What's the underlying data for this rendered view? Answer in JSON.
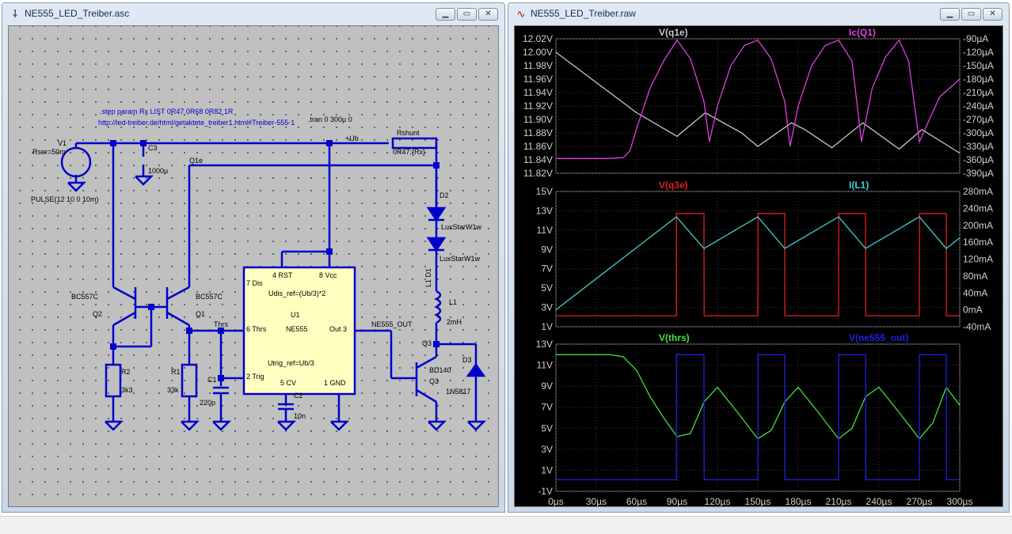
{
  "left_window": {
    "title": "NE555_LED_Treiber.asc",
    "icon": "schematic-icon",
    "buttons": [
      "minimize-icon",
      "maximize-icon",
      "close-icon"
    ]
  },
  "right_window": {
    "title": "NE555_LED_Treiber.raw",
    "icon": "waveform-icon",
    "buttons": [
      "minimize-icon",
      "maximize-icon",
      "close-icon"
    ]
  },
  "schematic": {
    "directives": {
      "step": ".step param Rx LIST 0R47 0R68 0R82 1R",
      "url": "http://led-treiber.de/html/getaktete_treiber1.html#Treiber-555-1",
      "tran": ".tran 0 300µ 0"
    },
    "labels": {
      "v1": "V1",
      "v1_rser": "Rser=50m",
      "v1_pulse": "PULSE(12 10 0 10m)",
      "c3": "C3",
      "c3_val": "1000µ",
      "q1e_net": "Q1e",
      "ub_net": "+Ub",
      "rshunt": "Rshunt",
      "rshunt_val": "0R47;{Rx}",
      "d2": "D2",
      "d2_model": "LuxStarW1w",
      "d1_model": "LuxStarW1w",
      "d1_vert": "L1 D1",
      "l1": "L1",
      "l1_val": "2mH",
      "q3_net": "Q3",
      "d3": "D3",
      "d3_model": "1N5817",
      "q3": "Q3",
      "q3_model": "BD140",
      "bc557_left": "BC557C",
      "q2": "Q2",
      "bc557_right": "BC557C",
      "q1": "Q1",
      "r2": "R2",
      "r2_val": "3k3",
      "r1": "R1",
      "r1_val": "33k",
      "thrs_net": "Thrs",
      "c1": "C1",
      "c1_val": "220p",
      "c2": "C2",
      "c2_val": "10n",
      "ne555_out_net": "NE555_OUT"
    },
    "ic": {
      "rst": "4 RST",
      "vcc": "8 Vcc",
      "dis": "7 Dis",
      "udis": "Udis_ref=(Ub/3)*2",
      "name": "U1",
      "type": "NE555",
      "thrs": "6 Thrs",
      "out": "Out 3",
      "utrig": "Utrig_ref=Ub/3",
      "trig": "2 Trig",
      "cv": "5 CV",
      "gnd": "1 GND"
    }
  },
  "chart_data": [
    {
      "type": "line",
      "series": [
        {
          "name": "V(q1e)",
          "axis": "left",
          "color": "#c8c8c8",
          "x": [
            0,
            20,
            40,
            60,
            90,
            111,
            138,
            150,
            175,
            185,
            205,
            228,
            255,
            272,
            300
          ],
          "values": [
            12.0,
            11.97,
            11.94,
            11.91,
            11.875,
            11.91,
            11.88,
            11.86,
            11.895,
            11.885,
            11.858,
            11.895,
            11.856,
            11.885,
            11.85
          ]
        },
        {
          "name": "Ic(Q1)",
          "axis": "right",
          "color": "#e040e0",
          "x": [
            0,
            40,
            50,
            55,
            60,
            70,
            80,
            90,
            100,
            110,
            114,
            120,
            130,
            140,
            150,
            160,
            170,
            174,
            180,
            190,
            200,
            210,
            220,
            227,
            235,
            245,
            255,
            262,
            270,
            285,
            300
          ],
          "values": [
            -357,
            -357,
            -355,
            -340,
            -290,
            -200,
            -140,
            -93,
            -135,
            -230,
            -320,
            -240,
            -150,
            -105,
            -93,
            -135,
            -230,
            -330,
            -240,
            -150,
            -105,
            -93,
            -140,
            -320,
            -200,
            -130,
            -93,
            -140,
            -320,
            -220,
            -180
          ]
        }
      ],
      "ylim_left": [
        11.82,
        12.02
      ],
      "ylim_right": [
        -390,
        -90
      ],
      "yticks_left": [
        "12.02V",
        "12.00V",
        "11.98V",
        "11.96V",
        "11.94V",
        "11.92V",
        "11.90V",
        "11.88V",
        "11.86V",
        "11.84V",
        "11.82V"
      ],
      "yticks_right": [
        "-90µA",
        "-120µA",
        "-150µA",
        "-180µA",
        "-210µA",
        "-240µA",
        "-270µA",
        "-300µA",
        "-330µA",
        "-360µA",
        "-390µA"
      ],
      "xlim": [
        0,
        300
      ]
    },
    {
      "type": "line",
      "series": [
        {
          "name": "V(q3e)",
          "axis": "left",
          "color": "#e02020",
          "x": [
            0,
            89.5,
            89.6,
            110,
            110.1,
            150,
            150.1,
            170,
            170.1,
            210,
            210.1,
            230,
            230.1,
            270,
            270.1,
            290,
            290.1,
            300
          ],
          "values": [
            0.3,
            0.3,
            12.4,
            12.4,
            0.3,
            0.3,
            12.4,
            12.4,
            0.3,
            0.3,
            12.4,
            12.4,
            0.3,
            0.3,
            12.4,
            12.4,
            0.3,
            0.3
          ]
        },
        {
          "name": "I(L1)",
          "axis": "right",
          "color": "#40d0d0",
          "x": [
            0,
            89.5,
            110,
            150,
            170,
            210,
            230,
            270,
            290,
            300
          ],
          "values": [
            0,
            220,
            145,
            220,
            145,
            220,
            145,
            220,
            145,
            170
          ]
        }
      ],
      "ylim_left": [
        -1,
        15
      ],
      "ylim_right": [
        -40,
        280
      ],
      "yticks_left": [
        "15V",
        "13V",
        "11V",
        "9V",
        "7V",
        "5V",
        "3V",
        "1V"
      ],
      "yticks_right": [
        "280mA",
        "240mA",
        "200mA",
        "160mA",
        "120mA",
        "80mA",
        "40mA",
        "0mA",
        "-40mA"
      ],
      "xlim": [
        0,
        300
      ]
    },
    {
      "type": "line",
      "series": [
        {
          "name": "V(thrs)",
          "axis": "left",
          "color": "#40e040",
          "x": [
            0,
            40,
            50,
            60,
            70,
            80,
            90,
            100,
            110,
            120,
            135,
            150,
            160,
            170,
            180,
            195,
            210,
            220,
            230,
            240,
            255,
            270,
            280,
            290,
            300
          ],
          "values": [
            12,
            12,
            11.8,
            10.5,
            8,
            6,
            4.2,
            4.5,
            7.5,
            8.9,
            6.5,
            4,
            4.8,
            7.5,
            8.9,
            6.5,
            4,
            5,
            8,
            8.9,
            6.5,
            4,
            5.5,
            8.9,
            7.2
          ]
        },
        {
          "name": "V(ne555_out)",
          "axis": "left",
          "color": "#2020e0",
          "x": [
            0,
            89.5,
            89.6,
            110,
            110.1,
            150,
            150.1,
            170,
            170.1,
            210,
            210.1,
            230,
            230.1,
            270,
            270.1,
            290,
            290.1,
            300
          ],
          "values": [
            0.1,
            0.1,
            12,
            12,
            0.1,
            0.1,
            12,
            12,
            0.1,
            0.1,
            12,
            12,
            0.1,
            0.1,
            12,
            12,
            0.1,
            0.1
          ]
        }
      ],
      "ylim_left": [
        -1,
        13
      ],
      "yticks_left": [
        "13V",
        "11V",
        "9V",
        "7V",
        "5V",
        "3V",
        "1V",
        "-1V"
      ],
      "xticks": [
        "0µs",
        "30µs",
        "60µs",
        "90µs",
        "120µs",
        "150µs",
        "180µs",
        "210µs",
        "240µs",
        "270µs",
        "300µs"
      ],
      "xlim": [
        0,
        300
      ]
    }
  ]
}
